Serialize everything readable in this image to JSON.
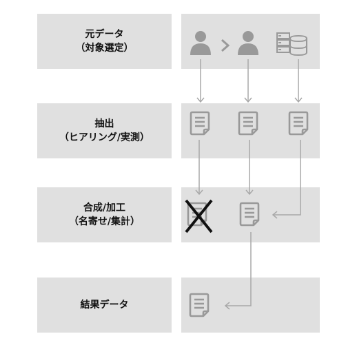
{
  "stages": [
    {
      "label": "元データ",
      "sub": "（対象選定）"
    },
    {
      "label": "抽出",
      "sub": "（ヒアリング/実測）"
    },
    {
      "label": "合成/加工",
      "sub": "（名寄せ/集計）"
    },
    {
      "label": "結果データ",
      "sub": ""
    }
  ],
  "icons": {
    "source": [
      "person-icon",
      "chevron-right-icon",
      "person-icon",
      "server-database-icon"
    ],
    "document": "document-icon",
    "excluded": "x-mark-icon"
  },
  "colors": {
    "panel": "#e0e0e0",
    "icon": "#999999",
    "arrow": "#a8a8a8",
    "cross": "#111111"
  }
}
